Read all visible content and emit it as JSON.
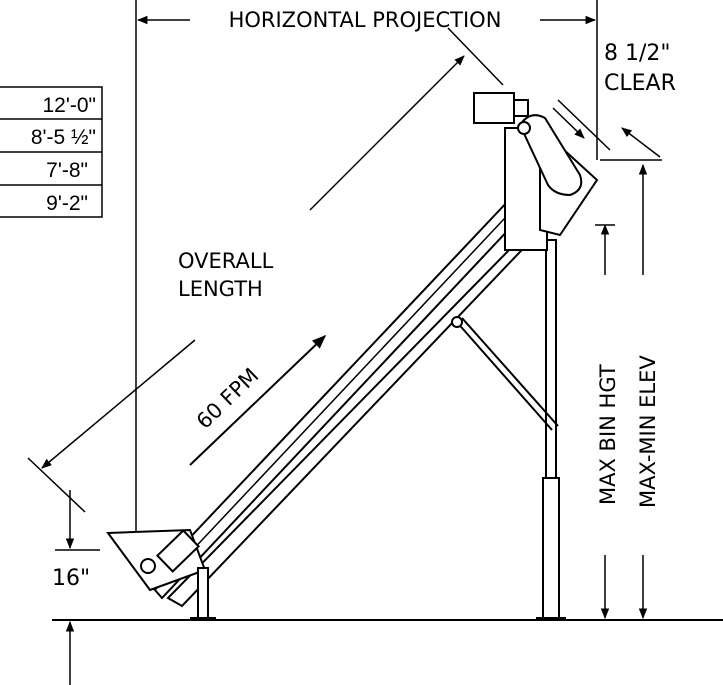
{
  "labels": {
    "horizontal_projection": "HORIZONTAL PROJECTION",
    "clearance_value": "8 1/2\"",
    "clearance_word": "CLEAR",
    "overall_length_1": "OVERALL",
    "overall_length_2": "LENGTH",
    "speed": "60 FPM",
    "max_bin_hgt": "MAX BIN HGT",
    "max_min_elev": "MAX-MIN ELEV",
    "inlet_height": "16\""
  },
  "table": {
    "rows": [
      "12'-0\"",
      "8'-5 ½\"",
      "7'-8\"",
      "9'-2\""
    ]
  }
}
